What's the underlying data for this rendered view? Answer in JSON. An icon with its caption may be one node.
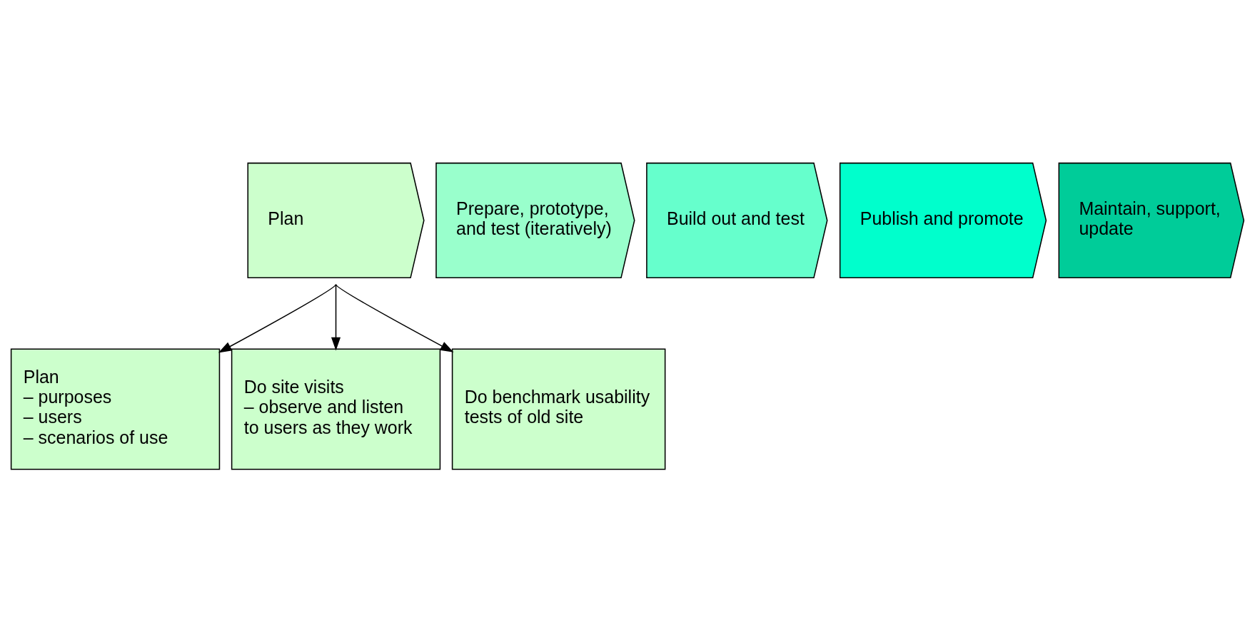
{
  "diagram": {
    "nodes": [
      {
        "text": [
          "Plan"
        ]
      },
      {
        "text": [
          "Prepare, prototype, and test (iteratively)"
        ]
      },
      {
        "text": [
          "Build out and test"
        ]
      },
      {
        "text": [
          "Publish and promote"
        ]
      },
      {
        "text": [
          "Maintain, support, update"
        ]
      },
      {
        "text": [
          "Plan",
          "– purposes",
          "– users",
          "– scenarios of use"
        ]
      },
      {
        "text": [
          "Do site visits",
          "– observe and listen to users as they work"
        ]
      },
      {
        "text": [
          "Do benchmark usability tests of old site"
        ]
      }
    ],
    "edges": [
      {
        "from": 0,
        "to": 5,
        "arrow": "to"
      },
      {
        "from": 0,
        "to": 6,
        "arrow": "to"
      },
      {
        "from": 0,
        "to": 7,
        "arrow": "to"
      }
    ]
  }
}
